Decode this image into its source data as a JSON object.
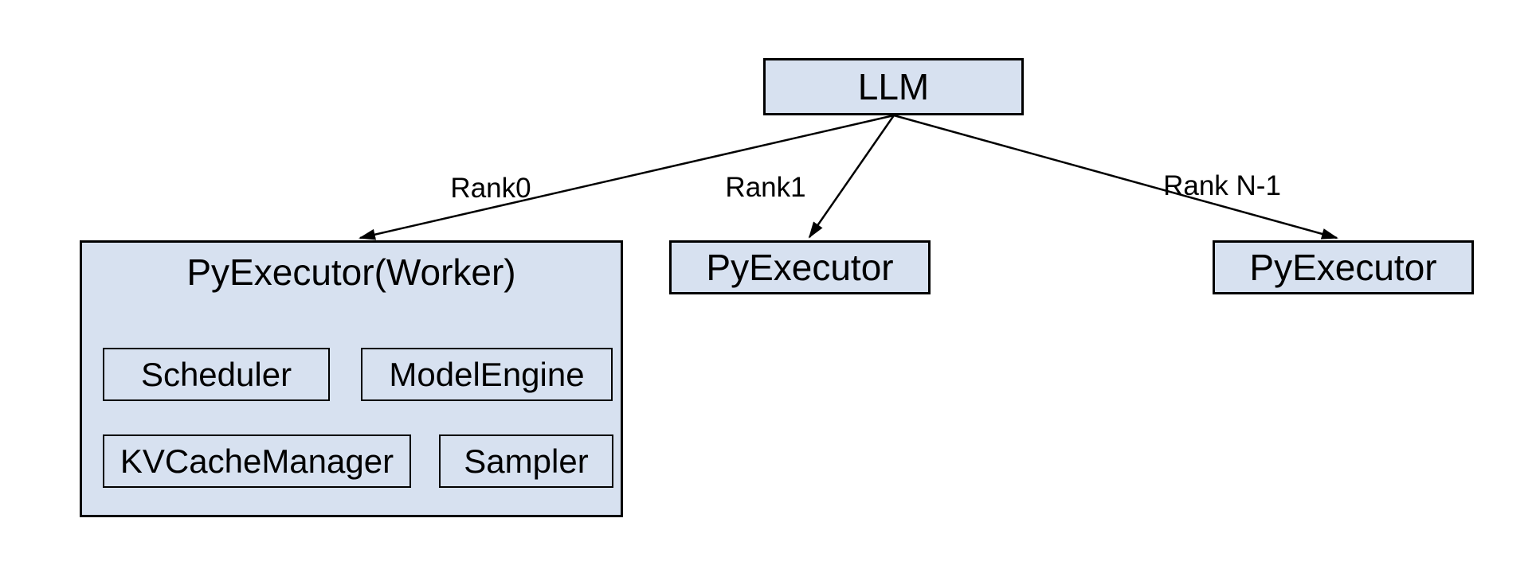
{
  "diagram": {
    "colors": {
      "node_fill": "#d7e1f0",
      "node_border": "#000000",
      "background": "#ffffff",
      "text": "#000000"
    },
    "nodes": {
      "llm": {
        "label": "LLM"
      },
      "worker": {
        "title": "PyExecutor(Worker)",
        "components": [
          "Scheduler",
          "ModelEngine",
          "KVCacheManager",
          "Sampler"
        ]
      },
      "executor_rank1": {
        "label": "PyExecutor"
      },
      "executor_rankn": {
        "label": "PyExecutor"
      }
    },
    "edges": [
      {
        "from": "LLM",
        "to": "PyExecutor(Worker)",
        "label": "Rank0"
      },
      {
        "from": "LLM",
        "to": "PyExecutor",
        "label": "Rank1"
      },
      {
        "from": "LLM",
        "to": "PyExecutor",
        "label": "Rank N-1"
      }
    ]
  }
}
